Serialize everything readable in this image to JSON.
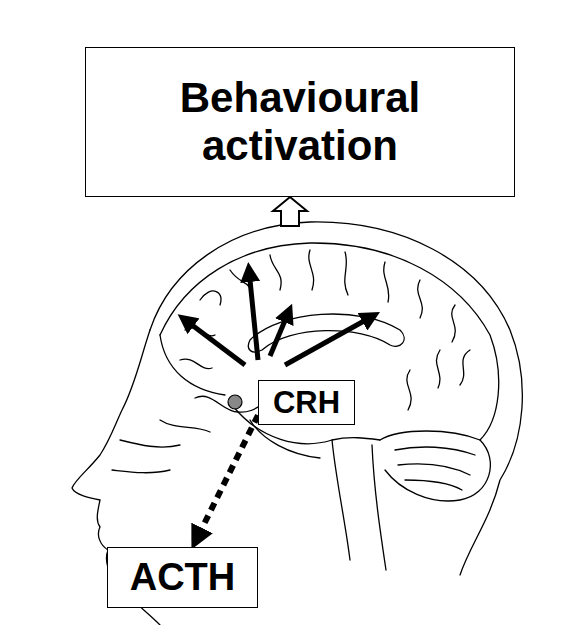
{
  "diagram": {
    "nodes": [
      {
        "text": [
          "Behavioural activation"
        ]
      },
      {
        "text": [
          "CRH"
        ]
      },
      {
        "text": [
          "ACTH"
        ]
      }
    ],
    "edges": [
      {
        "from": 1,
        "to": 2,
        "arrow": "to"
      }
    ]
  }
}
